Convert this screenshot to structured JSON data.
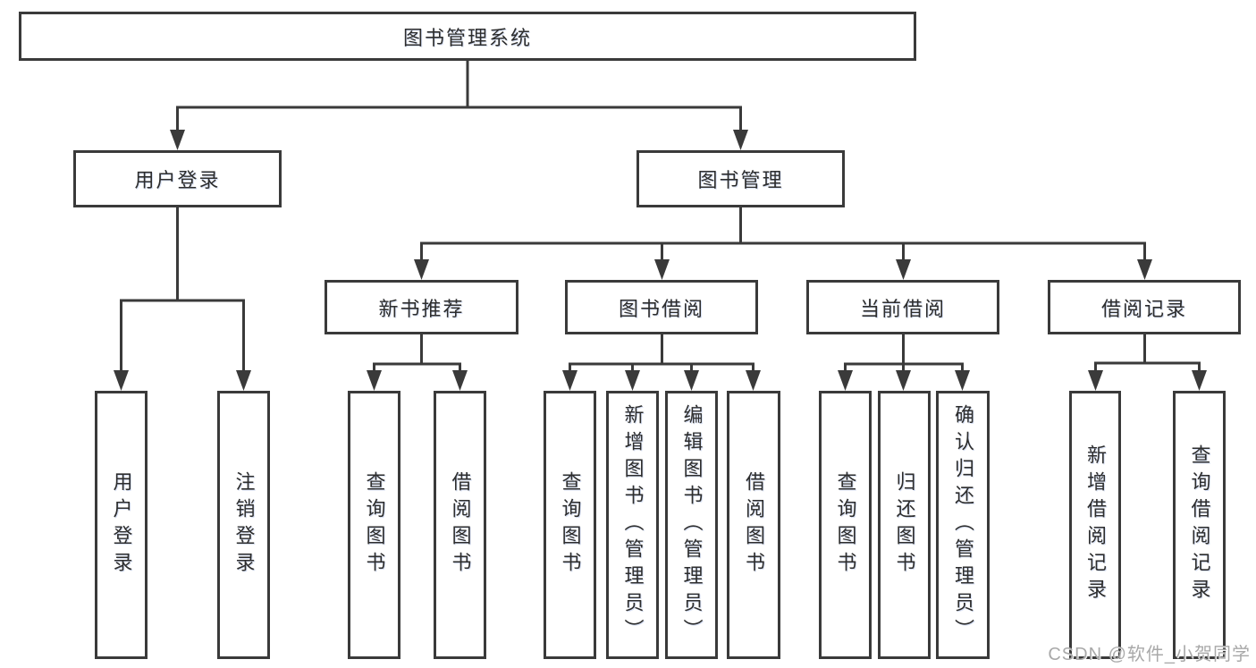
{
  "diagram": {
    "root": "图书管理系统",
    "branches": [
      {
        "label": "用户登录",
        "children": [
          "用户登录",
          "注销登录"
        ]
      },
      {
        "label": "图书管理",
        "sections": [
          {
            "label": "新书推荐",
            "children": [
              "查询图书",
              "借阅图书"
            ]
          },
          {
            "label": "图书借阅",
            "children": [
              "查询图书",
              "新增图书（管理员）",
              "编辑图书（管理员）",
              "借阅图书"
            ]
          },
          {
            "label": "当前借阅",
            "children": [
              "查询图书",
              "归还图书",
              "确认归还（管理员）"
            ]
          },
          {
            "label": "借阅记录",
            "children": [
              "新增借阅记录",
              "查询借阅记录"
            ]
          }
        ]
      }
    ]
  },
  "watermark": "CSDN @软件_小贺同学",
  "colors": {
    "line": "#3a3a3a",
    "text": "#2d2d2d",
    "background": "#ffffff",
    "watermark": "#a9a9a9"
  }
}
